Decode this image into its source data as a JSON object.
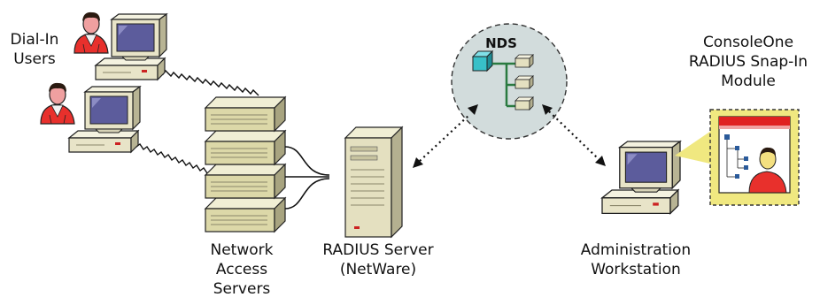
{
  "labels": {
    "dial_in_users": [
      "Dial-In",
      "Users"
    ],
    "network_access_servers": [
      "Network",
      "Access",
      "Servers"
    ],
    "radius_server": [
      "RADIUS Server",
      "(NetWare)"
    ],
    "nds": "NDS",
    "administration_workstation": [
      "Administration",
      "Workstation"
    ],
    "consoleone_module": [
      "ConsoleOne",
      "RADIUS Snap-In",
      "Module"
    ]
  },
  "colors": {
    "computer_beige": "#e8e4c8",
    "screen_blue": "#5c5c9c",
    "user_red": "#e8302c",
    "user_skin": "#f0a0a0",
    "user_hair": "#2a1a10",
    "nds_circle_fill": "#d2dcdc",
    "nds_root_cyan": "#38c0c8",
    "server_beige": "#dcd8a8",
    "callout_yellow": "#f0e880",
    "connector_black": "#111111"
  },
  "icons": [
    "dial-in-user-computer-icon",
    "network-access-server-icon",
    "radius-server-icon",
    "nds-tree-icon",
    "administration-workstation-icon",
    "consoleone-snapin-icon"
  ]
}
